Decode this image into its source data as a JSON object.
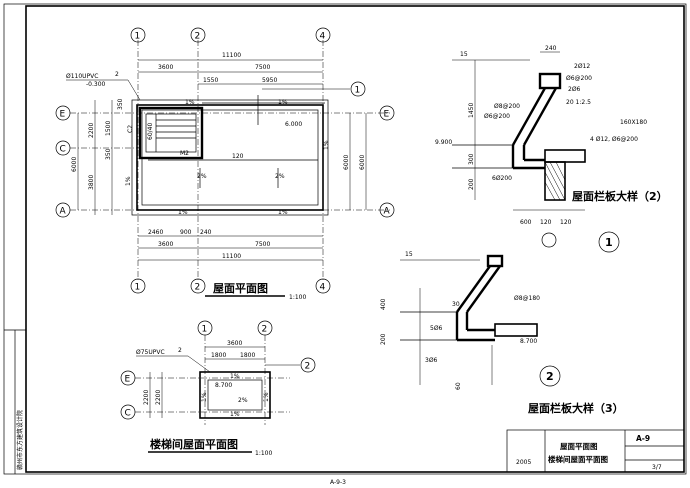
{
  "sheet": {
    "sheet_id": "A-9",
    "sheet_page": "3/7",
    "year": "2005",
    "bottom_label": "A-9-3",
    "institute": "赣州市东方建筑设计院",
    "titleblock_line1": "屋面平面图",
    "titleblock_line2": "楼梯间屋面平面图"
  },
  "roof_plan": {
    "title": "屋面平面图",
    "scale": "1:100",
    "axes_x": [
      "1",
      "2",
      "4"
    ],
    "axes_y": [
      "E",
      "C",
      "A"
    ],
    "top_dims": [
      "11100",
      "3600",
      "7500",
      "1550",
      "5950"
    ],
    "bottom_dims": [
      "2460",
      "900",
      "240",
      "3600",
      "7500",
      "11100"
    ],
    "left_dims": [
      "350",
      "2200",
      "1500",
      "350",
      "6000",
      "3800"
    ],
    "right_dim": "6000",
    "drain_label": "Ø110UPVC",
    "drain_count": "2",
    "drain_level": "-0.300",
    "slope_labels": [
      "1%",
      "1%",
      "1%",
      "1%",
      "1%",
      "1%"
    ],
    "area_slopes": [
      "2%",
      "2%"
    ],
    "center_dim": "120",
    "level": "6.000",
    "door_label": "M2",
    "stair_label": "C2",
    "stair_side": "60/40",
    "section_mark": "1"
  },
  "stair_plan": {
    "title": "楼梯间屋面平面图",
    "scale": "1:100",
    "axes_x": [
      "1",
      "2"
    ],
    "axes_y": [
      "E",
      "C"
    ],
    "section_mark": "2",
    "top_dims": [
      "3600",
      "1800",
      "1800"
    ],
    "left_dims": [
      "2200",
      "2200"
    ],
    "drain_label": "Ø75UPVC",
    "drain_count": "2",
    "level": "8.700",
    "slopes": [
      "1%",
      "1%",
      "1%",
      "1%"
    ],
    "center_slope": "2%"
  },
  "detail_2": {
    "title": "屋面栏板大样（2）",
    "labels": [
      "15",
      "240",
      "2Ø12",
      "Ø6@200",
      "2Ø6",
      "20 1:2.5",
      "Ø8@200",
      "Ø6@200",
      "160X180",
      "4 Ø12, Ø6@200",
      "9.900",
      "6Ø200",
      "1450",
      "300",
      "200",
      "600",
      "120",
      "120"
    ],
    "circle": "1"
  },
  "detail_3": {
    "title": "屋面栏板大样（3）",
    "labels": [
      "15",
      "Ø8@180",
      "5Ø6",
      "3Ø6",
      "8.700",
      "400",
      "200",
      "60",
      "30"
    ],
    "circle": "2"
  }
}
